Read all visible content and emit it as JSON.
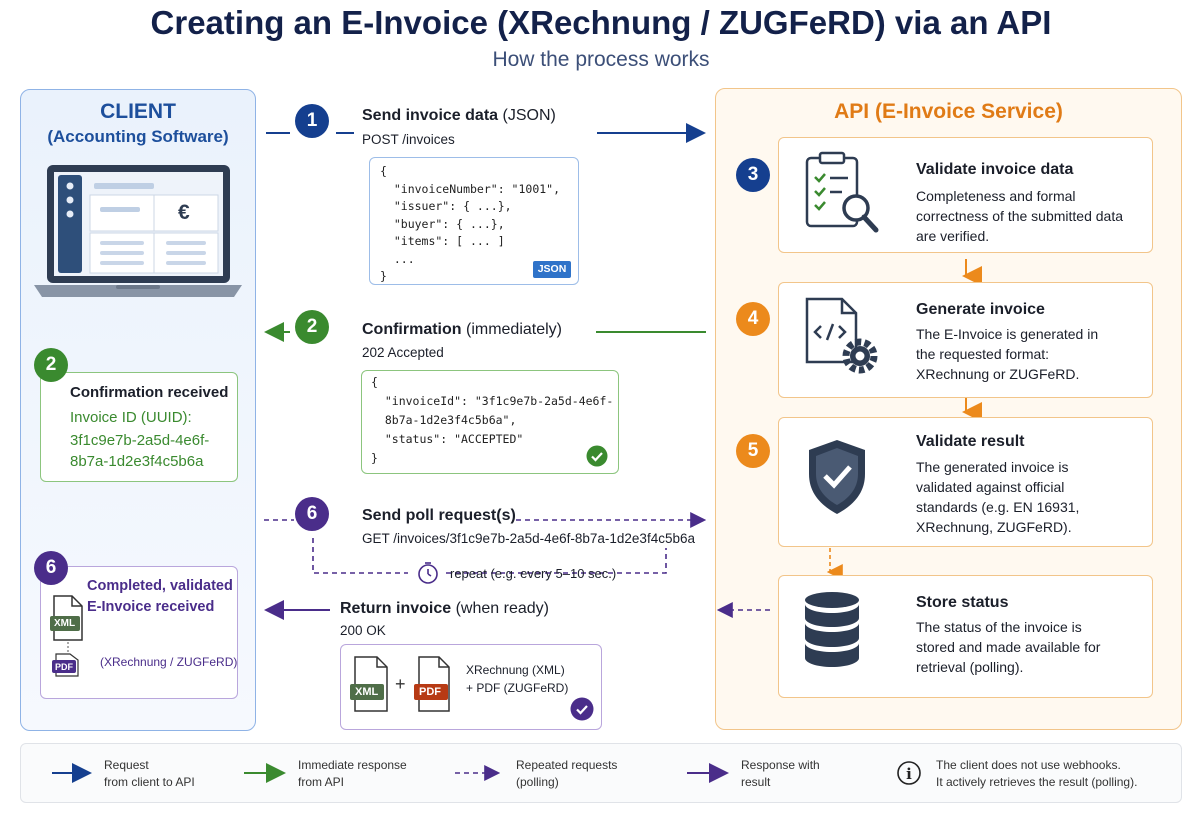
{
  "header": {
    "title": "Creating an E-Invoice (XRechnung / ZUGFeRD) via an API",
    "subtitle": "How the process works"
  },
  "client": {
    "title": "CLIENT",
    "subtitle": "(Accounting Software)",
    "laptop_symbol": "€",
    "confirmation": {
      "step": "2",
      "title": "Confirmation received",
      "id_label": "Invoice ID (UUID):",
      "id_line1": "3f1c9e7b-2a5d-4e6f-",
      "id_line2": "8b7a-1d2e3f4c5b6a"
    },
    "completed": {
      "step": "6",
      "title_line1": "Completed, validated",
      "title_line2": "E-Invoice received",
      "xml_label": "XML",
      "pdf_label": "PDF",
      "formats": "(XRechnung / ZUGFeRD)"
    }
  },
  "flow": {
    "step1": {
      "num": "1",
      "title_bold": "Send invoice data",
      "title_rest": " (JSON)",
      "sub": "POST /invoices",
      "code": [
        "{",
        "  \"invoiceNumber\": \"1001\",",
        "  \"issuer\": { ...},",
        "  \"buyer\": { ...},",
        "  \"items\": [ ... ]",
        "  ...",
        "}"
      ],
      "badge": "JSON"
    },
    "step2": {
      "num": "2",
      "title_bold": "Confirmation",
      "title_rest": " (immediately)",
      "sub": "202 Accepted",
      "code": [
        "{",
        "  \"invoiceId\": \"3f1c9e7b-2a5d-4e6f-",
        "  8b7a-1d2e3f4c5b6a\",",
        "  \"status\": \"ACCEPTED\"",
        "}"
      ]
    },
    "step6": {
      "num": "6",
      "title_bold": "Send poll request(s)",
      "sub": "GET /invoices/3f1c9e7b-2a5d-4e6f-8b7a-1d2e3f4c5b6a",
      "repeat": "repeat (e.g. every 5–10 sec.)"
    },
    "return": {
      "title_bold": "Return invoice",
      "title_rest": " (when ready)",
      "sub": "200 OK",
      "xml_label": "XML",
      "pdf_label": "PDF",
      "plus": "+",
      "desc_line1": "XRechnung (XML)",
      "desc_line2": "+ PDF (ZUGFeRD)"
    }
  },
  "api": {
    "title": "API (E-Invoice Service)",
    "cards": [
      {
        "num": "3",
        "icon": "clipboard-search-icon",
        "title": "Validate invoice data",
        "text": "Completeness and formal correctness of the submitted data are verified."
      },
      {
        "num": "4",
        "icon": "code-gear-icon",
        "title": "Generate invoice",
        "text": "The E-Invoice is generated in the requested format: XRechnung or ZUGFeRD."
      },
      {
        "num": "5",
        "icon": "shield-check-icon",
        "title": "Validate result",
        "text": "The generated invoice is validated against official standards (e.g. EN 16931, XRechnung, ZUGFeRD)."
      },
      {
        "num": "",
        "icon": "database-icon",
        "title": "Store status",
        "text": "The status of the invoice is stored and made available for retrieval (polling)."
      }
    ]
  },
  "legend": {
    "items": [
      {
        "line1": "Request",
        "line2": "from client to API",
        "color": "#153f8f"
      },
      {
        "line1": "Immediate response",
        "line2": "from API",
        "color": "#3a8a2f"
      },
      {
        "line1": "Repeated requests",
        "line2": "(polling)",
        "color": "#4a2d8a"
      },
      {
        "line1": "Response with",
        "line2": "result",
        "color": "#4a2d8a"
      }
    ],
    "info_line1": "The client does not use webhooks.",
    "info_line2": "It actively retrieves the result (polling)."
  },
  "colors": {
    "blue": "#153f8f",
    "green": "#3a8a2f",
    "purple": "#4a2d8a",
    "orange": "#ec8a1c"
  }
}
